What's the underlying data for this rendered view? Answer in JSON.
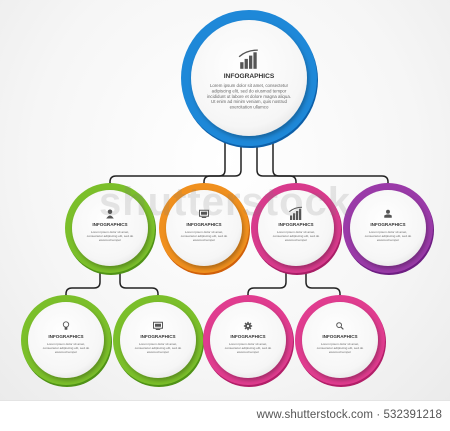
{
  "nodes": [
    {
      "id": "root",
      "icon": "bar-chart-icon",
      "title": "INFOGRAPHICS",
      "text": "Lorem ipsum dolor sit amet, consectetur adipiscing elit, sed do eiusmod tempor incididunt ut labore et dolore magna aliqua. Ut enim ad minim veniam, quis nostrud exercitation ullamco",
      "color": "#1e88d8",
      "color2": "#0d5fa8"
    },
    {
      "id": "mid-1",
      "icon": "person-icon",
      "title": "INFOGRAPHICS",
      "text": "Lorem ipsum dolor sit amet, consectetur adipiscing elit, sed do eiusmod tempor",
      "color": "#7bbf2a",
      "color2": "#4f9216"
    },
    {
      "id": "mid-2",
      "icon": "monitor-icon",
      "title": "INFOGRAPHICS",
      "text": "Lorem ipsum dolor sit amet, consectetur adipiscing elit, sed do eiusmod tempor",
      "color": "#f0901e",
      "color2": "#d0600a"
    },
    {
      "id": "mid-3",
      "icon": "bar-chart-icon",
      "title": "INFOGRAPHICS",
      "text": "Lorem ipsum dolor sit amet, consectetur adipiscing elit, sed do eiusmod tempor",
      "color": "#d83a8c",
      "color2": "#a81e66"
    },
    {
      "id": "mid-4",
      "icon": "user-icon",
      "title": "INFOGRAPHICS",
      "text": "Lorem ipsum dolor sit amet, consectetur adipiscing elit, sed do eiusmod tempor",
      "color": "#9a3aa8",
      "color2": "#6e1e82"
    },
    {
      "id": "bot-1",
      "icon": "lightbulb-icon",
      "title": "INFOGRAPHICS",
      "text": "Lorem ipsum dolor sit amet, consectetur adipiscing elit, sed do eiusmod tempor",
      "color": "#7bbf2a",
      "color2": "#4f9216"
    },
    {
      "id": "bot-2",
      "icon": "monitor-icon",
      "title": "INFOGRAPHICS",
      "text": "Lorem ipsum dolor sit amet, consectetur adipiscing elit, sed do eiusmod tempor",
      "color": "#7bbf2a",
      "color2": "#4f9216"
    },
    {
      "id": "bot-3",
      "icon": "gear-icon",
      "title": "INFOGRAPHICS",
      "text": "Lorem ipsum dolor sit amet, consectetur adipiscing elit, sed do eiusmod tempor",
      "color": "#e03c8f",
      "color2": "#b21e68"
    },
    {
      "id": "bot-4",
      "icon": "search-icon",
      "title": "INFOGRAPHICS",
      "text": "Lorem ipsum dolor sit amet, consectetur adipiscing elit, sed do eiusmod tempor",
      "color": "#e03c8f",
      "color2": "#b21e68"
    }
  ],
  "edges": [
    {
      "from": "root",
      "to": "mid-1"
    },
    {
      "from": "root",
      "to": "mid-2"
    },
    {
      "from": "root",
      "to": "mid-3"
    },
    {
      "from": "root",
      "to": "mid-4"
    },
    {
      "from": "mid-1",
      "to": "bot-1"
    },
    {
      "from": "mid-1",
      "to": "bot-2"
    },
    {
      "from": "mid-3",
      "to": "bot-3"
    },
    {
      "from": "mid-3",
      "to": "bot-4"
    }
  ],
  "connector_color": "#222222",
  "watermark": "shutterstock",
  "footer": {
    "caption": "www.shutterstock.com · 532391218"
  }
}
